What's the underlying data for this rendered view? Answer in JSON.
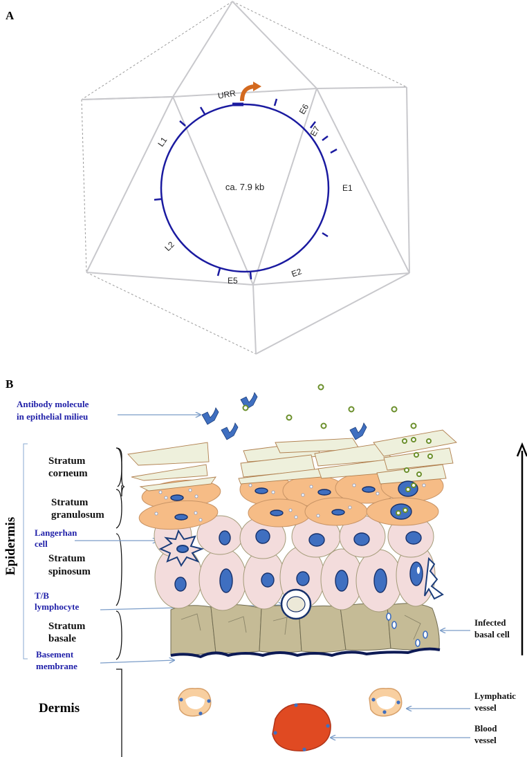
{
  "panel_a": {
    "label": "A",
    "genome_size": "ca. 7.9 kb",
    "genes": [
      "URR",
      "E6",
      "E7",
      "E1",
      "E2",
      "E5",
      "L2",
      "L1"
    ]
  },
  "panel_b": {
    "label": "B",
    "epidermis_label": "Epidermis",
    "dermis_label": "Dermis",
    "layers": {
      "corneum_1": "Stratum",
      "corneum_2": "corneum",
      "granulosum_1": "Stratum",
      "granulosum_2": "granulosum",
      "spinosum_1": "Stratum",
      "spinosum_2": "spinosum",
      "basale_1": "Stratum",
      "basale_2": "basale"
    },
    "blue_labels": {
      "antibody_1": "Antibody molecule",
      "antibody_2": "in epithelial milieu",
      "langerhan_1": "Langerhan",
      "langerhan_2": "cell",
      "lymphocyte_1": "T/B",
      "lymphocyte_2": "lymphocyte",
      "basement_1": "Basement",
      "basement_2": "membrane"
    },
    "right_labels": {
      "infected_1": "Infected",
      "infected_2": "basal cell",
      "lymphatic_1": "Lymphatic",
      "lymphatic_2": "vessel",
      "blood_1": "Blood",
      "blood_2": "vessel"
    },
    "colors": {
      "label_blue": "#1f1fa8",
      "genome_blue": "#1a1aa0",
      "corneum": "#eef0dc",
      "granulosum": "#f6bc86",
      "spinosum": "#f3dcdc",
      "basale": "#c5bb96",
      "nucleus": "#3f6fc0",
      "blood": "#e04a22",
      "virion": "#6b8f2b"
    }
  }
}
